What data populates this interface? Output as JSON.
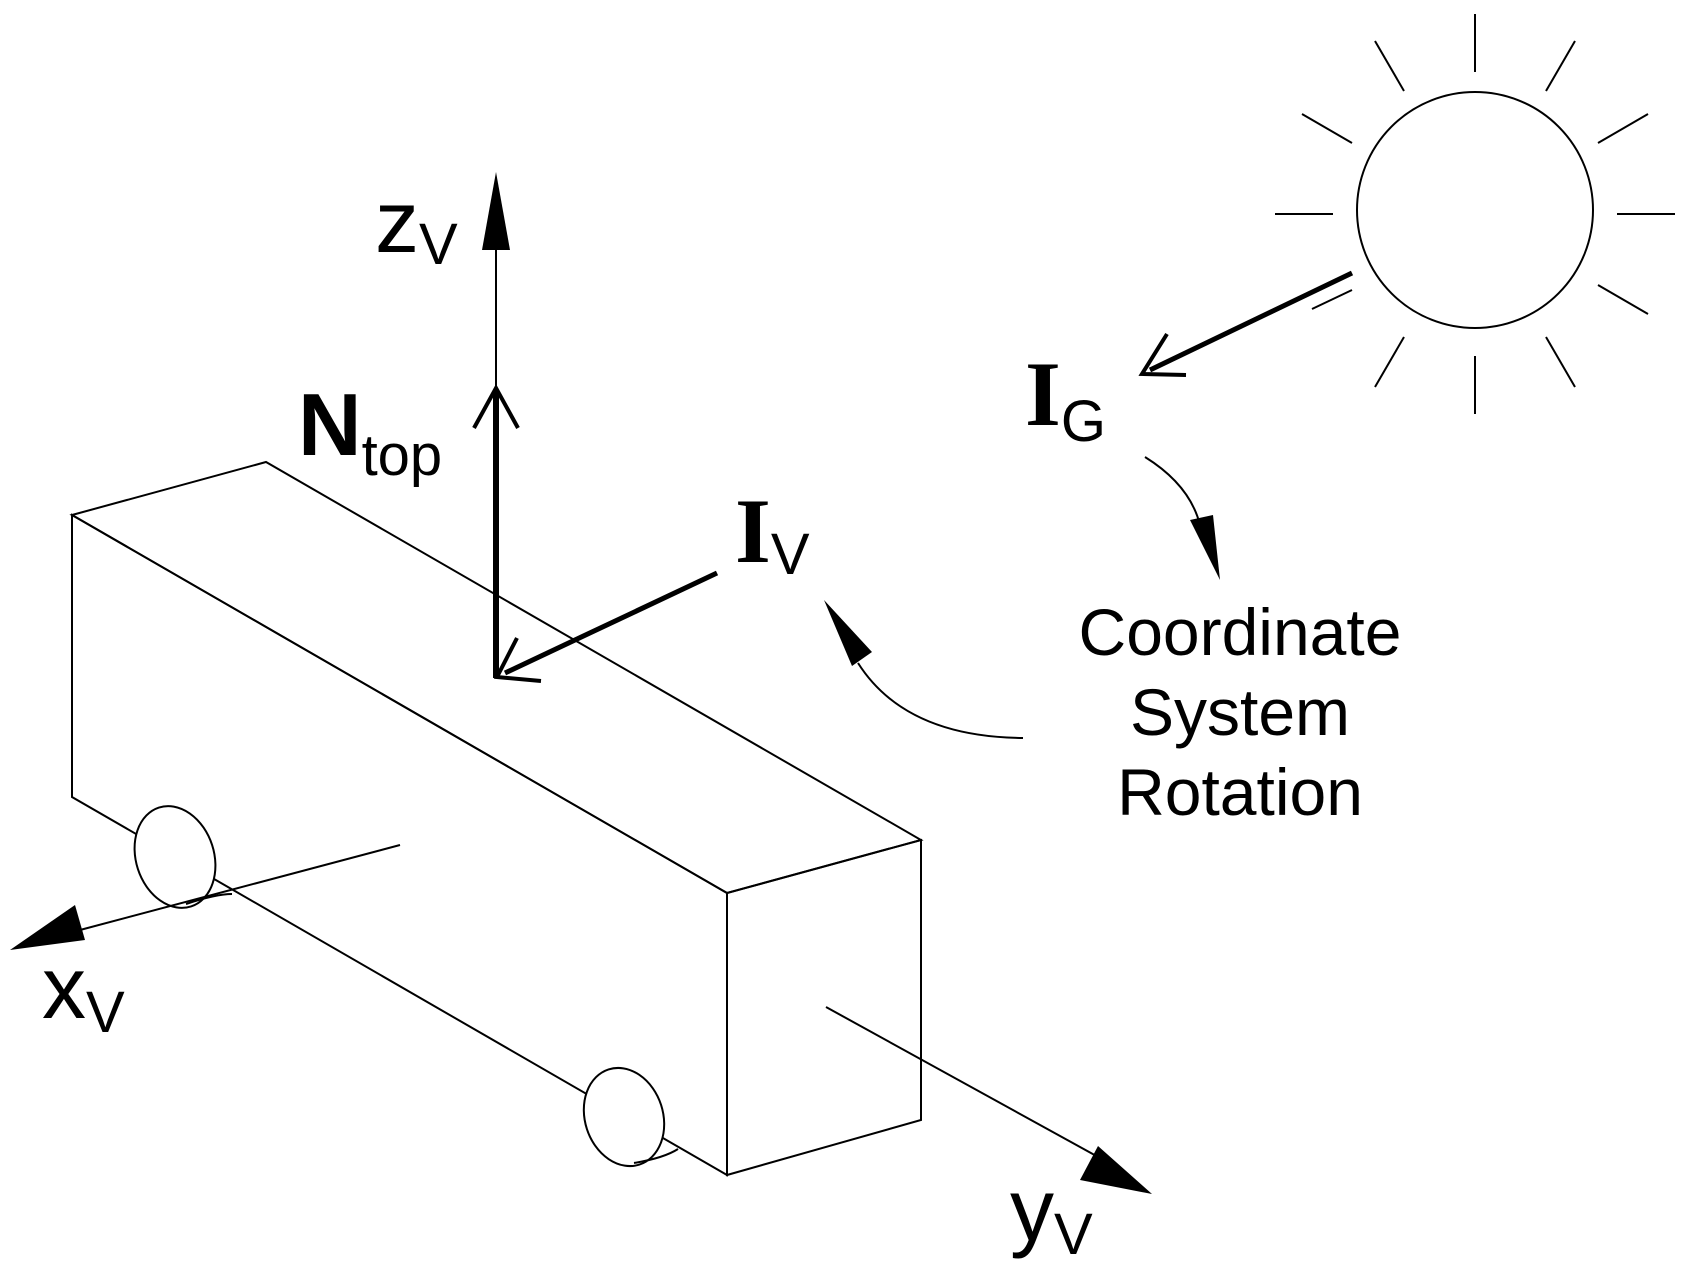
{
  "labels": {
    "z_axis": {
      "main": "z",
      "sub": "V"
    },
    "x_axis": {
      "main": "x",
      "sub": "V"
    },
    "y_axis": {
      "main": "y",
      "sub": "V"
    },
    "normal": {
      "main": "N",
      "sub": "top"
    },
    "vehicle_light": {
      "main": "I",
      "sub": "V"
    },
    "ground_light": {
      "main": "I",
      "sub": "G"
    },
    "rotation": [
      "Coordinate",
      "System",
      "Rotation"
    ]
  },
  "colors": {
    "stroke": "#000000",
    "background": "#ffffff"
  }
}
